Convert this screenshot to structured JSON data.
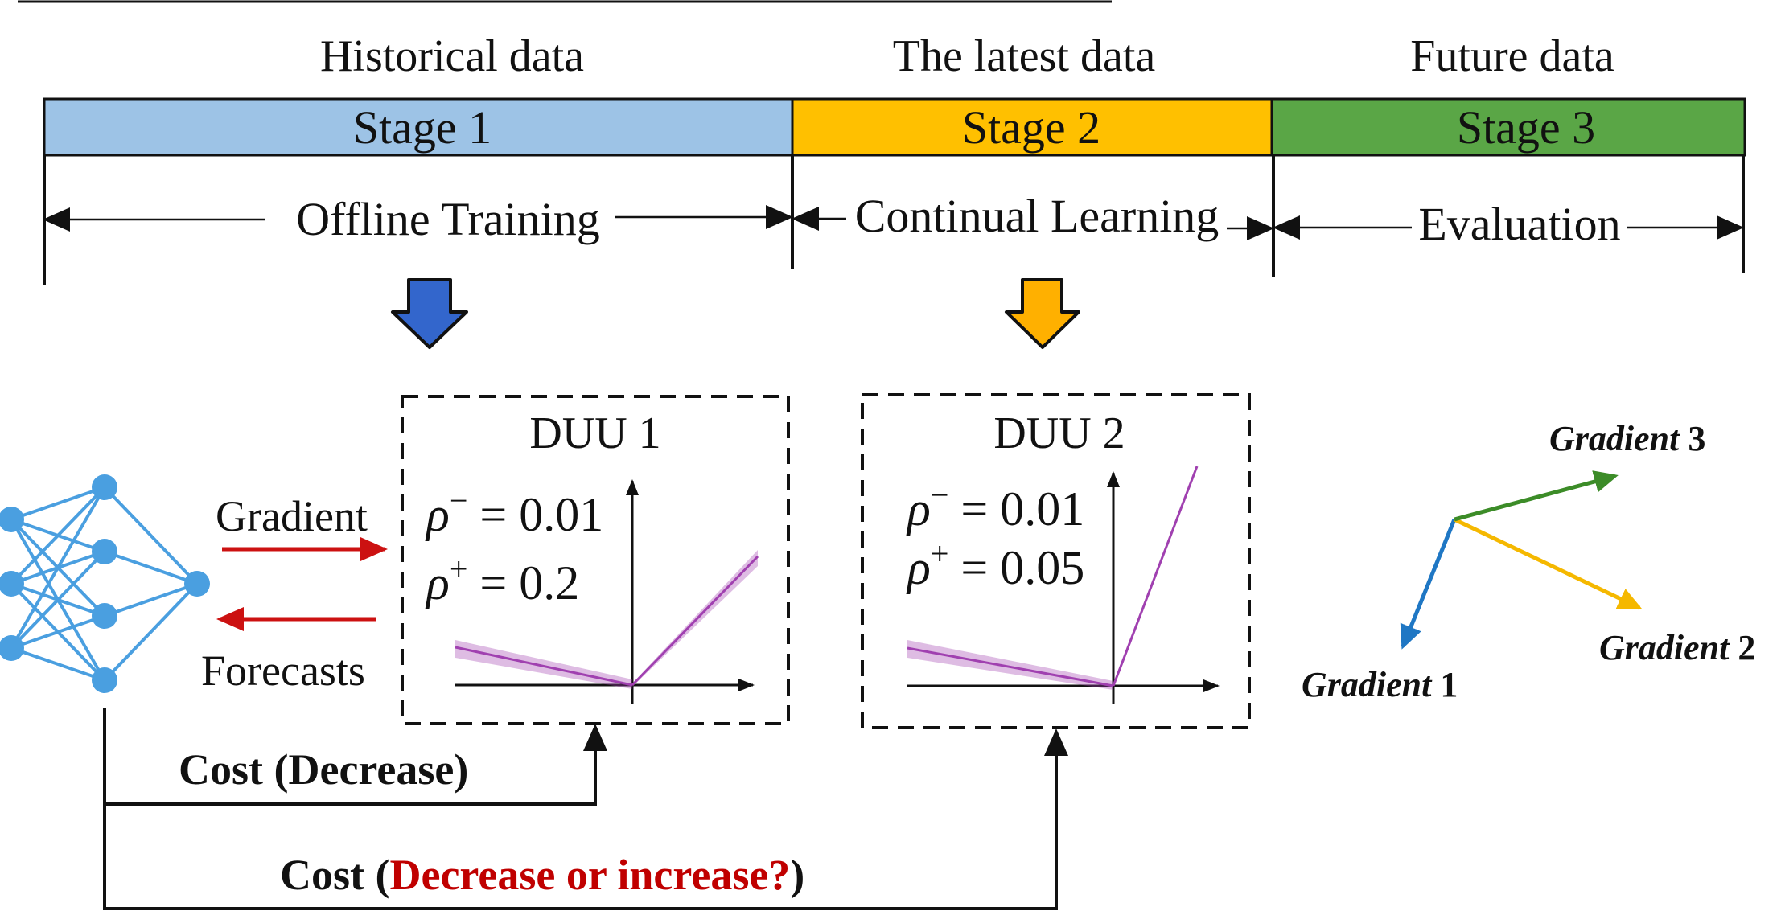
{
  "header": {
    "historical": "Historical data",
    "latest": "The latest data",
    "future": "Future data",
    "divider_color": "#000000"
  },
  "stages": [
    {
      "label": "Stage 1",
      "color": "#9dc3e6"
    },
    {
      "label": "Stage 2",
      "color": "#ffc000"
    },
    {
      "label": "Stage 3",
      "color": "#5aa646"
    }
  ],
  "phases": {
    "offline": "Offline Training",
    "continual": "Continual Learning",
    "evaluation": "Evaluation"
  },
  "arrows": {
    "stage1_down_color": "#3366cc",
    "stage2_down_color": "#ffb000"
  },
  "network": {
    "node_color": "#4a9fe0",
    "edge_color": "#4a9fe0"
  },
  "network_labels": {
    "gradient": "Gradient",
    "forecasts": "Forecasts",
    "flow_color": "#cc1111"
  },
  "duu": [
    {
      "title": "DUU 1",
      "rho_minus_sym": "ρ",
      "rho_minus_sup": "−",
      "rho_minus_val": " = 0.01",
      "rho_plus_sym": "ρ",
      "rho_plus_sup": "+",
      "rho_plus_val": " = 0.2",
      "rho_minus": 0.01,
      "rho_plus": 0.2
    },
    {
      "title": "DUU 2",
      "rho_minus_sym": "ρ",
      "rho_minus_sup": "−",
      "rho_minus_val": " = 0.01",
      "rho_plus_sym": "ρ",
      "rho_plus_sup": "+",
      "rho_plus_val": " = 0.05",
      "rho_minus": 0.01,
      "rho_plus": 0.05
    }
  ],
  "duu_curve_color": "#a040b0",
  "cost": {
    "first": "Cost (Decrease)",
    "second_prefix": "Cost (",
    "second_red": "Decrease or increase?",
    "second_suffix": ")"
  },
  "gradients": [
    {
      "word": "Gradient",
      "num": " 1",
      "color": "#1f77c4"
    },
    {
      "word": "Gradient",
      "num": " 2",
      "color": "#f5b800"
    },
    {
      "word": "Gradient",
      "num": " 3",
      "color": "#3c8c28"
    }
  ]
}
